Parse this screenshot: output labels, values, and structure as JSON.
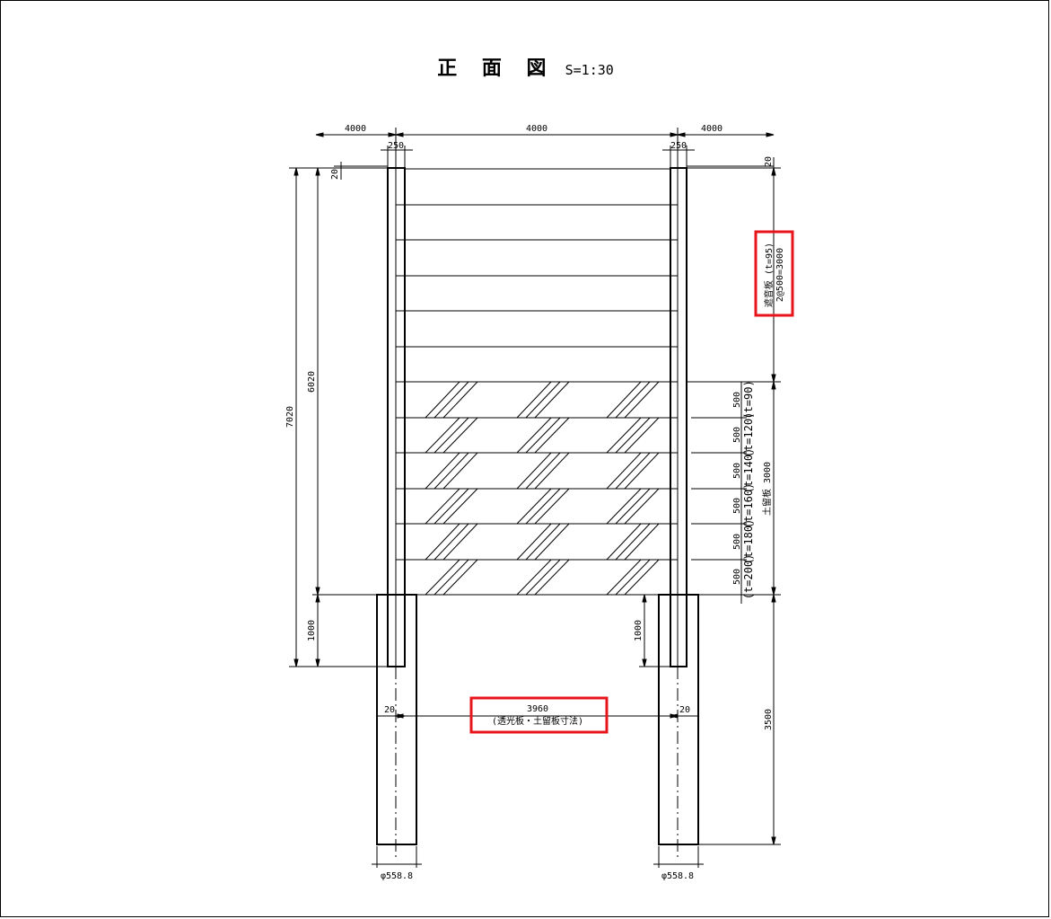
{
  "title": {
    "main": "正 面 図",
    "scale": "S=1:30"
  },
  "dims": {
    "top_left_span": "4000",
    "top_mid_span": "4000",
    "top_right_span": "4000",
    "post_width_left": "250",
    "post_width_right": "250",
    "top_gap_left": "20",
    "top_gap_right": "20",
    "height_total": "7020",
    "height_above": "6020",
    "embed_left": "1000",
    "embed_right": "1000",
    "foundation_depth": "3500",
    "panel_gap_left": "20",
    "panel_gap_right": "20",
    "panel_width": "3960",
    "panel_width_note": "(透光板・土留板寸法)",
    "dia_left": "φ558.8",
    "dia_right": "φ558.8"
  },
  "labels": {
    "sound_panel": "遮音板 (t=95)",
    "sound_panel_spacing": "2@500=3000",
    "retaining_panel": "土留板 3000",
    "retaining_rows": [
      {
        "spacing": "500",
        "thickness": "(t=90)"
      },
      {
        "spacing": "500",
        "thickness": "(t=120)"
      },
      {
        "spacing": "500",
        "thickness": "(t=140)"
      },
      {
        "spacing": "500",
        "thickness": "(t=160)"
      },
      {
        "spacing": "500",
        "thickness": "(t=180)"
      },
      {
        "spacing": "500",
        "thickness": "(t=200)"
      }
    ]
  },
  "highlight_color": "#e8141c",
  "line_color": "#000000"
}
